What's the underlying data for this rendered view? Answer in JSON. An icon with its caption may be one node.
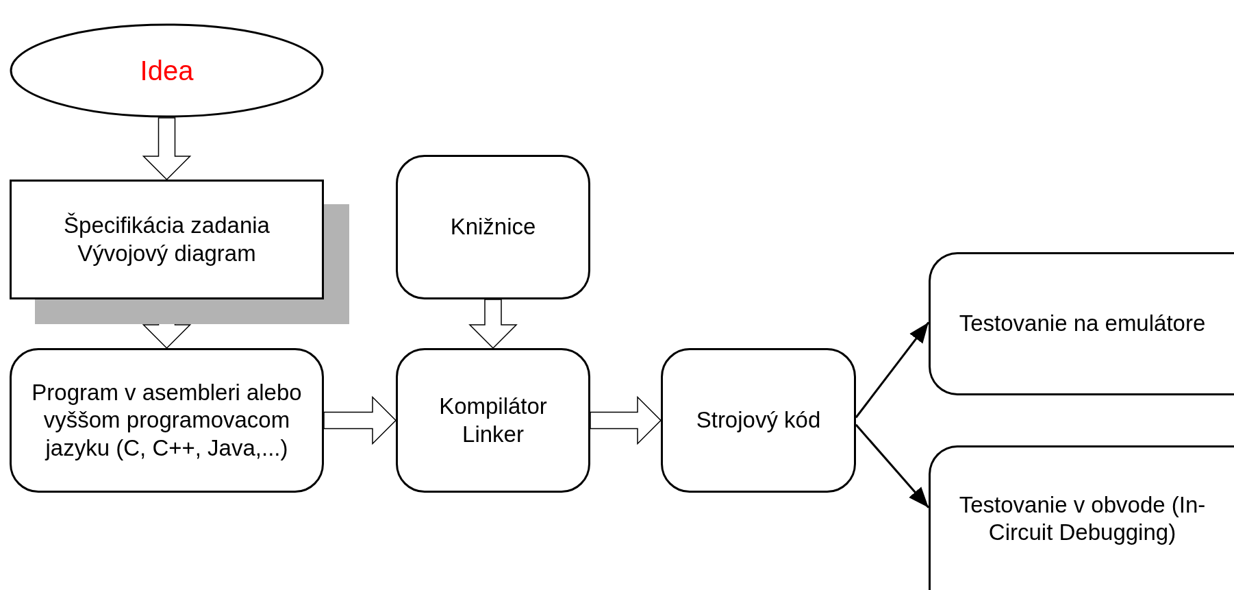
{
  "diagram": {
    "nodes": [
      {
        "text": [
          "Idea"
        ]
      },
      {
        "text": [
          "Špecifikácia zadania Vývojový diagram"
        ]
      },
      {
        "text": [
          "Program v asembleri alebo vyššom programovacom jazyku (C, C++, Java,...)"
        ]
      },
      {
        "text": [
          "Knižnice"
        ]
      },
      {
        "text": [
          "Kompilátor Linker"
        ]
      },
      {
        "text": [
          "Strojový kód"
        ]
      },
      {
        "text": [
          "Testovanie na emulátore"
        ]
      },
      {
        "text": [
          "Testovanie v obvode (In-Circuit Debugging)"
        ]
      }
    ],
    "edges": [
      {
        "from": 0,
        "to": 1,
        "arrow": "to",
        "style": "thick"
      },
      {
        "from": 1,
        "to": 2,
        "arrow": "to",
        "style": "thick"
      },
      {
        "from": 3,
        "to": 4,
        "arrow": "to",
        "style": "thick"
      },
      {
        "from": 2,
        "to": 4,
        "arrow": "to",
        "style": "thick"
      },
      {
        "from": 4,
        "to": 5,
        "arrow": "to",
        "style": "thick"
      },
      {
        "from": 5,
        "to": 6,
        "arrow": "to"
      },
      {
        "from": 5,
        "to": 7,
        "arrow": "to"
      }
    ]
  }
}
